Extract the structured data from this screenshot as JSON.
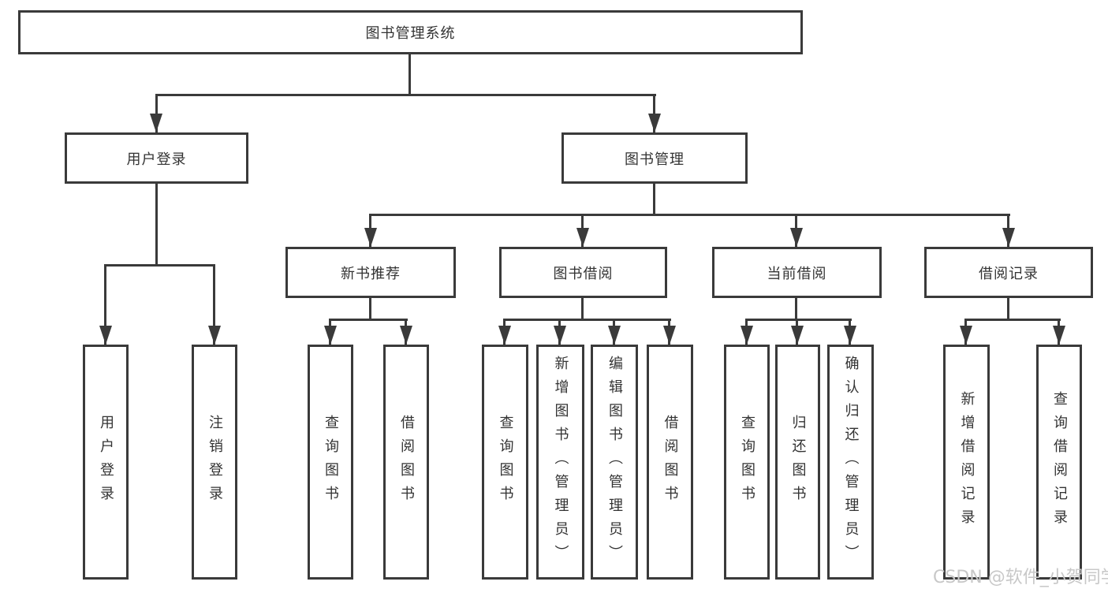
{
  "tree": {
    "system": {
      "label": "图书管理系统"
    },
    "user_login": {
      "label": "用户登录",
      "children": [
        {
          "label": "用户登录"
        },
        {
          "label": "注销登录"
        }
      ]
    },
    "book_mgmt": {
      "label": "图书管理",
      "sections": [
        {
          "label": "新书推荐",
          "children": [
            {
              "label": "查询图书"
            },
            {
              "label": "借阅图书"
            }
          ]
        },
        {
          "label": "图书借阅",
          "children": [
            {
              "label": "查询图书"
            },
            {
              "label": "新增图书（管理员）"
            },
            {
              "label": "编辑图书（管理员）"
            },
            {
              "label": "借阅图书"
            }
          ]
        },
        {
          "label": "当前借阅",
          "children": [
            {
              "label": "查询图书"
            },
            {
              "label": "归还图书"
            },
            {
              "label": "确认归还（管理员）"
            }
          ]
        },
        {
          "label": "借阅记录",
          "children": [
            {
              "label": "新增借阅记录"
            },
            {
              "label": "查询借阅记录"
            }
          ]
        }
      ]
    }
  },
  "watermark": {
    "text": "CSDN @软件_小贺同学"
  },
  "colors": {
    "line": "#3a3a3a",
    "text": "#333333",
    "watermark": "#c8c8c8",
    "background": "#ffffff"
  }
}
